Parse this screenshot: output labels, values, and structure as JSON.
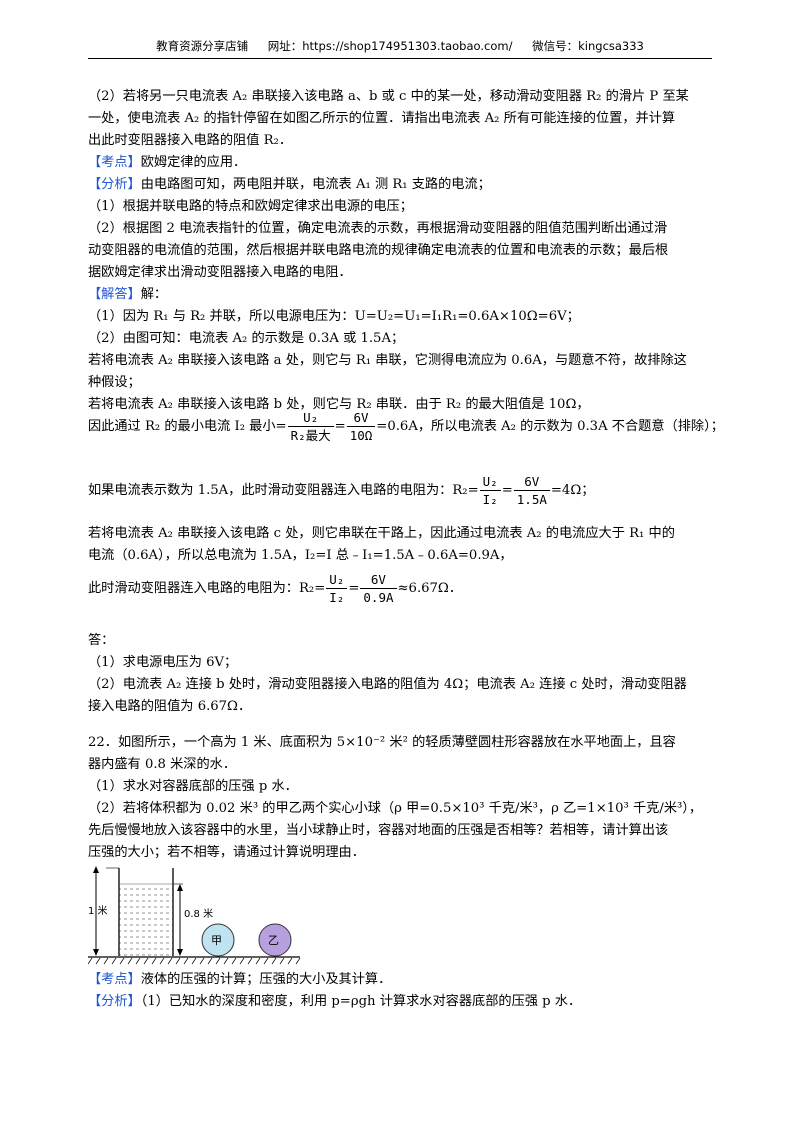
{
  "header": {
    "shop": "教育资源分享店铺",
    "url": "网址：https://shop174951303.taobao.com/",
    "wechat": "微信号：kingcsa333"
  },
  "q21": {
    "p2_l1": "（2）若将另一只电流表 A₂ 串联接入该电路 a、b 或 c 中的某一处，移动滑动变阻器 R₂ 的滑片 P 至某",
    "p2_l2": "一处，使电流表 A₂ 的指针停留在如图乙所示的位置．请指出电流表 A₂ 所有可能连接的位置，并计算",
    "p2_l3": "出此时变阻器接入电路的阻值 R₂．",
    "kd_tag": "【考点】",
    "kd_text": "欧姆定律的应用．",
    "fx_tag": "【分析】",
    "fx_text": "由电路图可知，两电阻并联，电流表 A₁ 测 R₁ 支路的电流；",
    "fx1": "（1）根据并联电路的特点和欧姆定律求出电源的电压；",
    "fx2_l1": "（2）根据图 2 电流表指针的位置，确定电流表的示数，再根据滑动变阻器的阻值范围判断出通过滑",
    "fx2_l2": "动变阻器的电流值的范围，然后根据并联电路电流的规律确定电流表的位置和电流表的示数；最后根",
    "fx2_l3": "据欧姆定律求出滑动变阻器接入电路的电阻．",
    "jd_tag": "【解答】",
    "jd_text": "解：",
    "s1": "（1）因为 R₁ 与 R₂ 并联，所以电源电压为：U=U₂=U₁=I₁R₁=0.6A×10Ω=6V；",
    "s2": "（2）由图可知：电流表 A₂ 的示数是 0.3A 或 1.5A；",
    "sa_l1": "若将电流表 A₂ 串联接入该电路 a 处，则它与 R₁ 串联，它测得电流应为 0.6A，与题意不符，故排除这",
    "sa_l2": "种假设；",
    "sb": "若将电流表 A₂ 串联接入该电路 b 处，则它与 R₂ 串联．由于 R₂ 的最大阻值是 10Ω，",
    "f1_pre": "因此通过 R₂ 的最小电流 I₂ 最小=",
    "f1_num1": "U₂",
    "f1_den1": "R₂最大",
    "f1_num2": "6V",
    "f1_den2": "10Ω",
    "f1_post": "=0.6A，所以电流表 A₂ 的示数为 0.3A 不合题意（排除）；",
    "f2_pre": "如果电流表示数为 1.5A，此时滑动变阻器连入电路的电阻为：R₂=",
    "f2_num1": "U₂",
    "f2_den1": "I₂",
    "f2_num2": "6V",
    "f2_den2": "1.5A",
    "f2_post": "=4Ω；",
    "sc_l1": "若将电流表 A₂ 串联接入该电路 c 处，则它串联在干路上，因此通过电流表 A₂ 的电流应大于 R₁ 中的",
    "sc_l2": "电流（0.6A），所以总电流为 1.5A，I₂=I 总﹣I₁=1.5A﹣0.6A=0.9A，",
    "f3_pre": "此时滑动变阻器连入电路的电阻为：R₂=",
    "f3_num1": "U₂",
    "f3_den1": "I₂",
    "f3_num2": "6V",
    "f3_den2": "0.9A",
    "f3_post": "≈6.67Ω．",
    "ans": "答：",
    "ans1": "（1）求电源电压为 6V；",
    "ans2_l1": "（2）电流表 A₂ 连接 b 处时，滑动变阻器接入电路的阻值为 4Ω；电流表 A₂ 连接 c 处时，滑动变阻器",
    "ans2_l2": "接入电路的阻值为 6.67Ω．"
  },
  "q22": {
    "l1": "22．如图所示，一个高为 1 米、底面积为 5×10⁻² 米² 的轻质薄壁圆柱形容器放在水平地面上，且容",
    "l2": "器内盛有 0.8 米深的水．",
    "l3": "（1）求水对容器底部的压强 p 水．",
    "l4": "（2）若将体积都为 0.02 米³ 的甲乙两个实心小球（ρ 甲=0.5×10³ 千克/米³，ρ 乙=1×10³ 千克/米³），",
    "l5": "先后慢慢地放入该容器中的水里，当小球静止时，容器对地面的压强是否相等？若相等，请计算出该",
    "l6": "压强的大小；若不相等，请通过计算说明理由．",
    "fig_h1": "1 米",
    "fig_h2": "0.8 米",
    "ball1": "甲",
    "ball2": "乙",
    "kd_tag": "【考点】",
    "kd_text": "液体的压强的计算；压强的大小及其计算．",
    "fx_tag": "【分析】",
    "fx_text": "（1）已知水的深度和密度，利用 p=ρgh 计算求水对容器底部的压强 p 水．"
  },
  "colors": {
    "tag": "#1f56d6",
    "ball1": "#bfe3f0",
    "ball2": "#b8a0de"
  }
}
